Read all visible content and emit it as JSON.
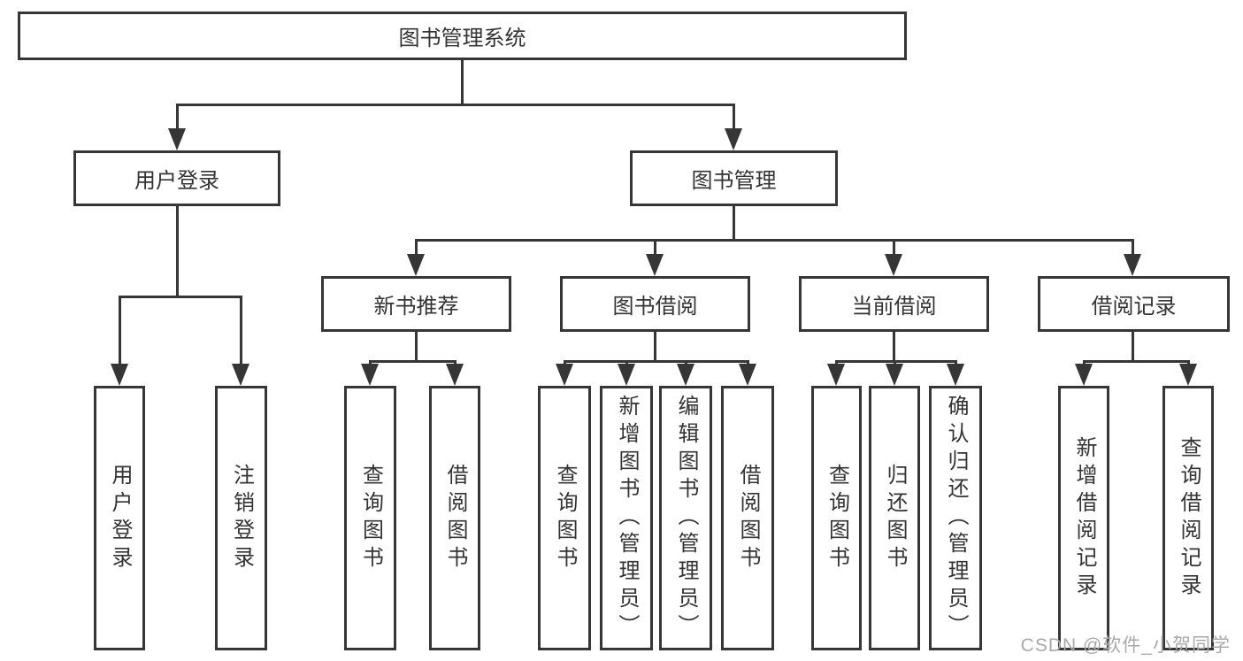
{
  "diagram": {
    "root": {
      "label": "图书管理系统"
    },
    "level2": [
      {
        "label": "用户登录"
      },
      {
        "label": "图书管理"
      }
    ],
    "level3": [
      {
        "label": "新书推荐",
        "parent": "图书管理"
      },
      {
        "label": "图书借阅",
        "parent": "图书管理"
      },
      {
        "label": "当前借阅",
        "parent": "图书管理"
      },
      {
        "label": "借阅记录",
        "parent": "图书管理"
      }
    ],
    "leaves": [
      {
        "label": "用户登录",
        "parent": "用户登录"
      },
      {
        "label": "注销登录",
        "parent": "用户登录"
      },
      {
        "label": "查询图书",
        "parent": "新书推荐"
      },
      {
        "label": "借阅图书",
        "parent": "新书推荐"
      },
      {
        "label": "查询图书",
        "parent": "图书借阅"
      },
      {
        "label": "新增图书（管理员）",
        "parent": "图书借阅"
      },
      {
        "label": "编辑图书（管理员）",
        "parent": "图书借阅"
      },
      {
        "label": "借阅图书",
        "parent": "图书借阅"
      },
      {
        "label": "查询图书",
        "parent": "当前借阅"
      },
      {
        "label": "归还图书",
        "parent": "当前借阅"
      },
      {
        "label": "确认归还（管理员）",
        "parent": "当前借阅"
      },
      {
        "label": "新增借阅记录",
        "parent": "借阅记录"
      },
      {
        "label": "查询借阅记录",
        "parent": "借阅记录"
      }
    ],
    "watermark": "CSDN @软件_小贺同学",
    "colors": {
      "line": "#363636",
      "text": "#333333",
      "watermark": "#a9a9a9",
      "background": "#ffffff"
    }
  }
}
